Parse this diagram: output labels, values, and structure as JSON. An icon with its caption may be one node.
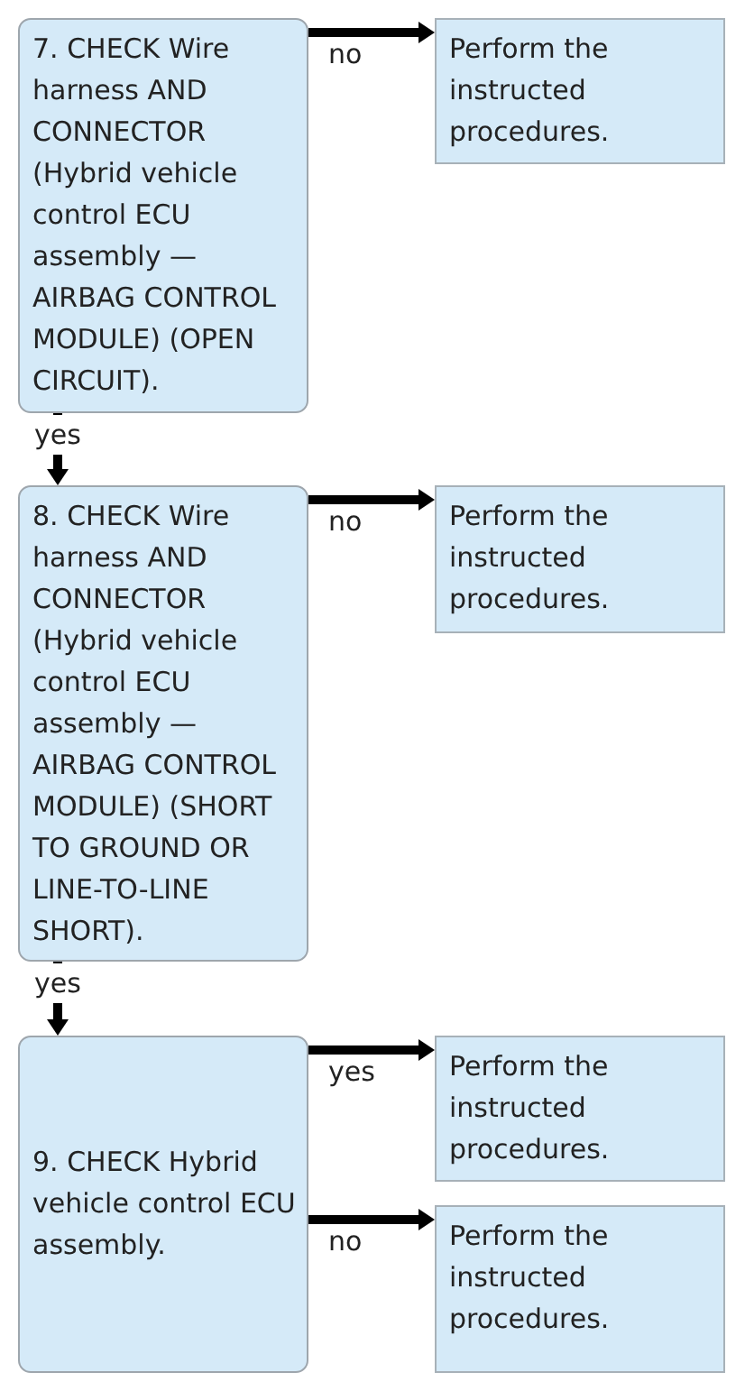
{
  "diagram": {
    "nodes": [
      {
        "text": [
          "7. CHECK Wire harness AND CONNECTOR (Hybrid vehicle control ECU assembly — AIRBAG CONTROL MODULE) (OPEN CIRCUIT)."
        ]
      },
      {
        "text": [
          "Perform the instructed procedures."
        ]
      },
      {
        "text": [
          "8. CHECK Wire harness AND CONNECTOR (Hybrid vehicle control ECU assembly — AIRBAG CONTROL MODULE) (SHORT TO GROUND OR LINE-TO-LINE SHORT)."
        ]
      },
      {
        "text": [
          "Perform the instructed procedures."
        ]
      },
      {
        "text": [
          "9. CHECK Hybrid vehicle control ECU assembly."
        ]
      },
      {
        "text": [
          "Perform the instructed procedures."
        ]
      },
      {
        "text": [
          "Perform the instructed procedures."
        ]
      }
    ],
    "edges": [
      {
        "from": 0,
        "to": 1,
        "arrow": "to",
        "label": "no"
      },
      {
        "from": 0,
        "to": 2,
        "arrow": "to",
        "label": "yes"
      },
      {
        "from": 2,
        "to": 3,
        "arrow": "to",
        "label": "no"
      },
      {
        "from": 2,
        "to": 4,
        "arrow": "to",
        "label": "yes"
      },
      {
        "from": 4,
        "to": 5,
        "arrow": "to",
        "label": "yes"
      },
      {
        "from": 4,
        "to": 6,
        "arrow": "to",
        "label": "no"
      }
    ]
  }
}
